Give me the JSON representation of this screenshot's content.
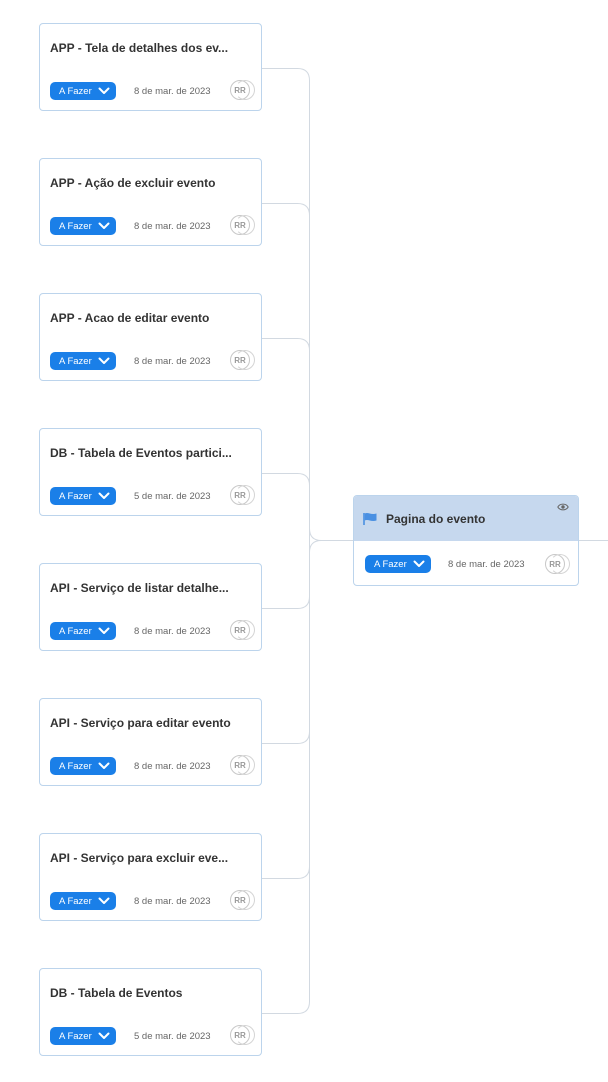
{
  "tasks": [
    {
      "title": "APP - Tela de detalhes dos ev...",
      "status": "A Fazer",
      "date": "8 de mar. de 2023",
      "assignee": "RR"
    },
    {
      "title": "APP - Ação de excluir evento",
      "status": "A Fazer",
      "date": "8 de mar. de 2023",
      "assignee": "RR"
    },
    {
      "title": "APP - Acao de editar evento",
      "status": "A Fazer",
      "date": "8 de mar. de 2023",
      "assignee": "RR"
    },
    {
      "title": "DB - Tabela de Eventos partici...",
      "status": "A Fazer",
      "date": "5 de mar. de 2023",
      "assignee": "RR"
    },
    {
      "title": "API - Serviço de listar detalhe...",
      "status": "A Fazer",
      "date": "8 de mar. de 2023",
      "assignee": "RR"
    },
    {
      "title": "API - Serviço para editar evento",
      "status": "A Fazer",
      "date": "8 de mar. de 2023",
      "assignee": "RR"
    },
    {
      "title": "API - Serviço para excluir eve...",
      "status": "A Fazer",
      "date": "8 de mar. de 2023",
      "assignee": "RR"
    },
    {
      "title": "DB - Tabela de Eventos",
      "status": "A Fazer",
      "date": "5 de mar. de 2023",
      "assignee": "RR"
    }
  ],
  "parent": {
    "title": "Pagina do evento",
    "status": "A Fazer",
    "date": "8 de mar. de 2023",
    "assignee": "RR"
  },
  "colors": {
    "status_bg": "#1a7fe8",
    "header_bg": "#c6d8ee",
    "card_border": "#bcd4ec",
    "flag": "#4a90e2"
  }
}
